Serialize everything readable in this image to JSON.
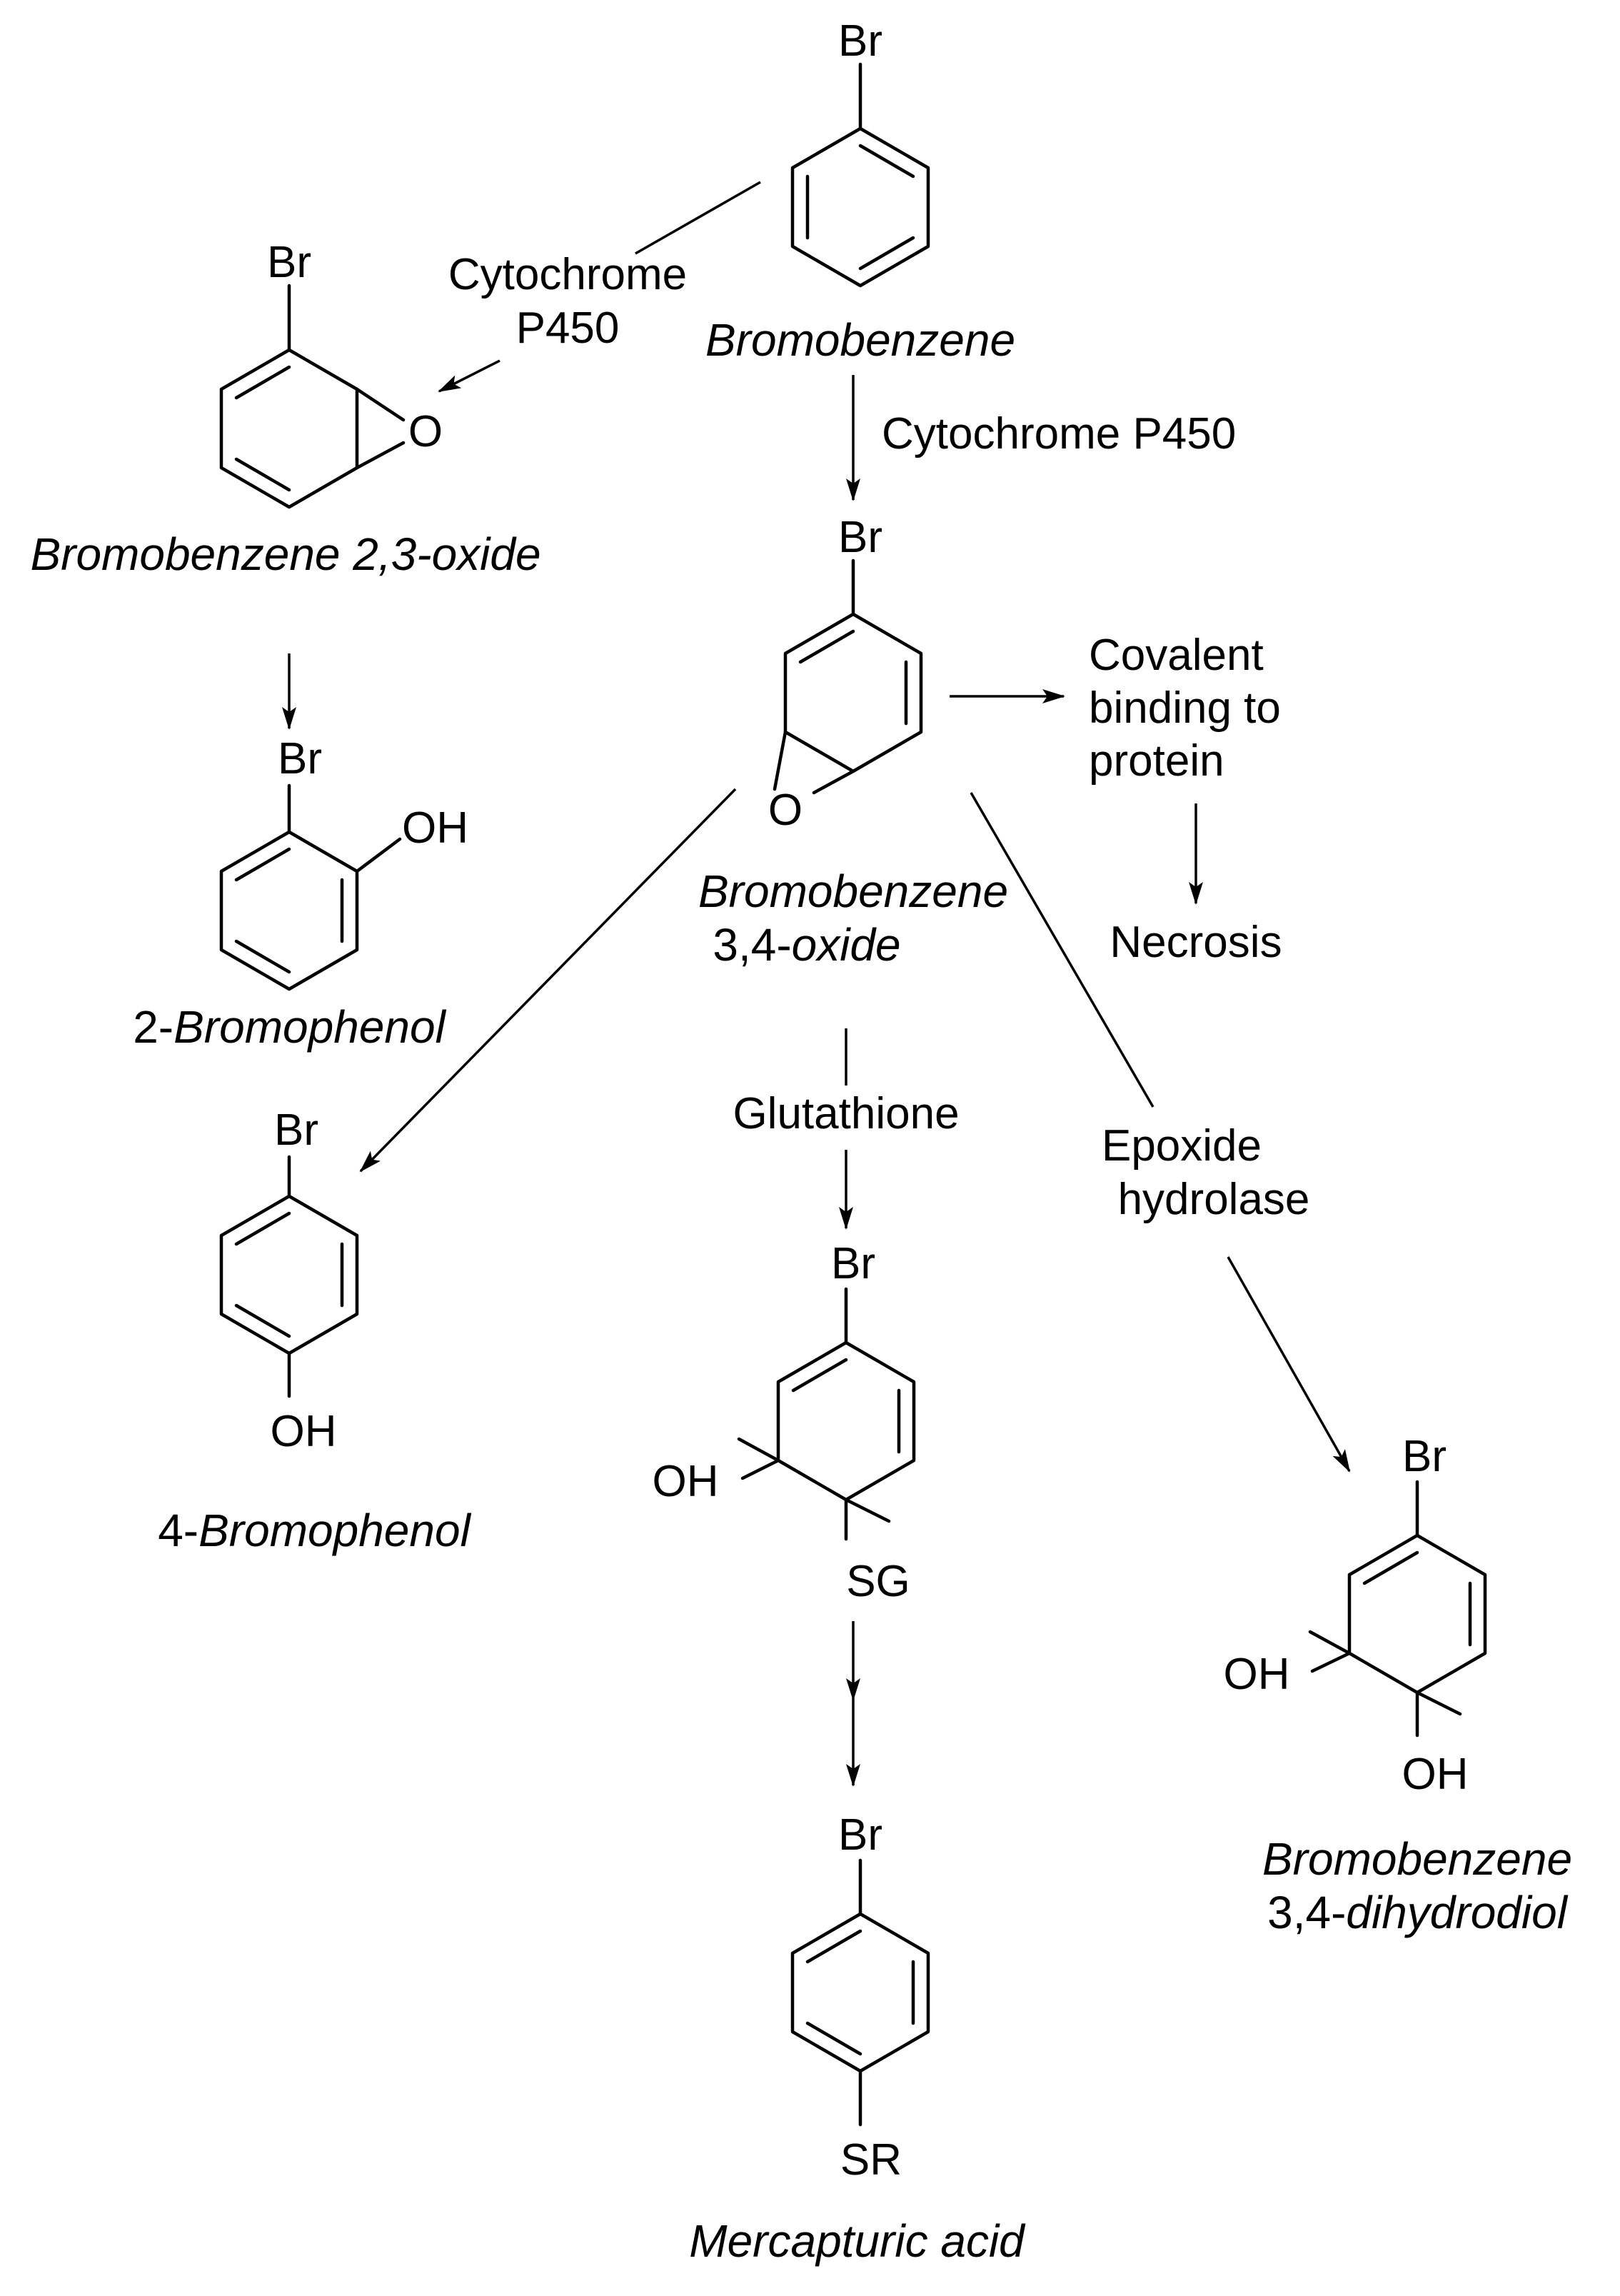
{
  "compounds": {
    "bromobenzene": {
      "name": "Bromobenzene",
      "br": "Br"
    },
    "oxide23": {
      "name": "Bromobenzene 2,3-oxide",
      "br": "Br",
      "o": "O"
    },
    "bromophenol2": {
      "name_prefix": "2-",
      "name": "Bromophenol",
      "br": "Br",
      "oh": "OH"
    },
    "oxide34": {
      "name_line1": "Bromobenzene",
      "name_line2_prefix": "3,4-",
      "name_line2": "oxide",
      "br": "Br",
      "o": "O"
    },
    "bromophenol4": {
      "name_prefix": "4-",
      "name": "Bromophenol",
      "br": "Br",
      "oh": "OH"
    },
    "gsh_adduct": {
      "br": "Br",
      "oh": "OH",
      "sg": "SG"
    },
    "mercapturic": {
      "name": "Mercapturic acid",
      "br": "Br",
      "sr": "SR"
    },
    "dihydrodiol": {
      "name_line1": "Bromobenzene",
      "name_line2_prefix": "3,4-",
      "name_line2": "dihydrodiol",
      "br": "Br",
      "oh1": "OH",
      "oh2": "OH"
    }
  },
  "labels": {
    "cyp_left_line1": "Cytochrome",
    "cyp_left_line2": "P450",
    "cyp_center": "Cytochrome P450",
    "covalent_line1": "Covalent",
    "covalent_line2": "binding to",
    "covalent_line3": "protein",
    "necrosis": "Necrosis",
    "glutathione": "Glutathione",
    "epoxide_line1": "Epoxide",
    "epoxide_line2": "hydrolase"
  }
}
